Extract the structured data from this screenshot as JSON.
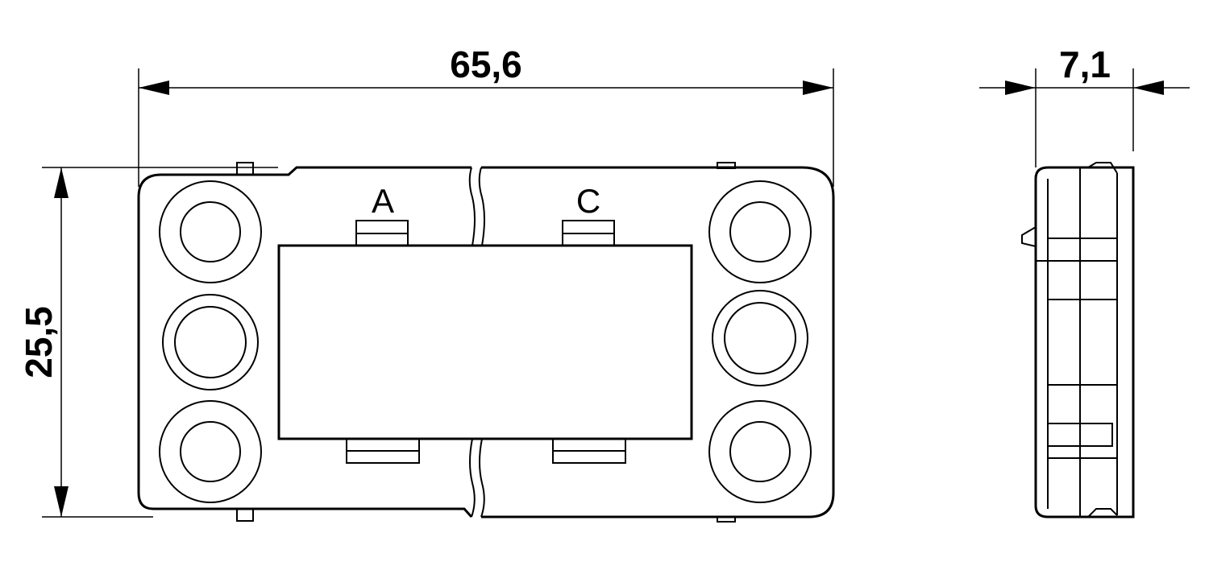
{
  "dimensions": {
    "width": "65,6",
    "height": "25,5",
    "depth": "7,1"
  },
  "markings": {
    "left_contact": "A",
    "right_contact": "C"
  }
}
